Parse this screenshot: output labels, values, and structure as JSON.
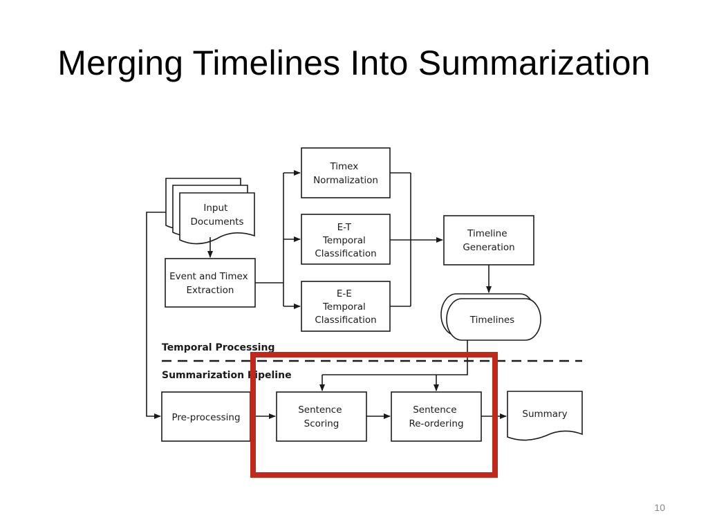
{
  "slide": {
    "title": "Merging Timelines Into Summarization",
    "page_number": "10"
  },
  "diagram": {
    "input_documents": [
      "Input",
      "Documents"
    ],
    "event_timex_extraction": [
      "Event and Timex",
      "Extraction"
    ],
    "timex_normalization": [
      "Timex",
      "Normalization"
    ],
    "et_temporal_classification": [
      "E-T",
      "Temporal",
      "Classification"
    ],
    "ee_temporal_classification": [
      "E-E",
      "Temporal",
      "Classification"
    ],
    "timeline_generation": [
      "Timeline",
      "Generation"
    ],
    "timelines": "Timelines",
    "temporal_processing_label": "Temporal Processing",
    "summarization_pipeline_label": "Summarization Pipeline",
    "pre_processing": "Pre-processing",
    "sentence_scoring": [
      "Sentence",
      "Scoring"
    ],
    "sentence_reordering": [
      "Sentence",
      "Re-ordering"
    ],
    "summary": "Summary",
    "highlight_color": "#c0281c"
  }
}
